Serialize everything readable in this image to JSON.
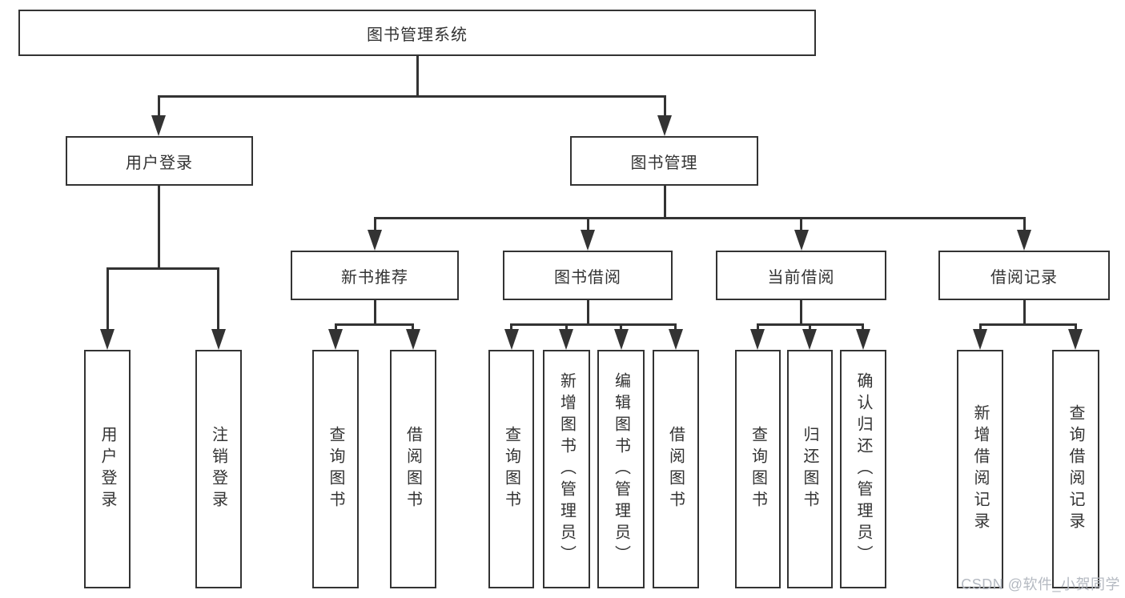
{
  "tree": {
    "root": {
      "label": "图书管理系统"
    },
    "branches": [
      {
        "label": "用户登录",
        "children": [
          {
            "label": "用户登录"
          },
          {
            "label": "注销登录"
          }
        ]
      },
      {
        "label": "图书管理",
        "groups": [
          {
            "label": "新书推荐",
            "children": [
              {
                "label": "查询图书"
              },
              {
                "label": "借阅图书"
              }
            ]
          },
          {
            "label": "图书借阅",
            "children": [
              {
                "label": "查询图书"
              },
              {
                "label": "新增图书（管理员）"
              },
              {
                "label": "编辑图书（管理员）"
              },
              {
                "label": "借阅图书"
              }
            ]
          },
          {
            "label": "当前借阅",
            "children": [
              {
                "label": "查询图书"
              },
              {
                "label": "归还图书"
              },
              {
                "label": "确认归还（管理员）"
              }
            ]
          },
          {
            "label": "借阅记录",
            "children": [
              {
                "label": "新增借阅记录"
              },
              {
                "label": "查询借阅记录"
              }
            ]
          }
        ]
      }
    ]
  },
  "watermark": "CSDN @软件_小贺同学",
  "colors": {
    "line": "#333333",
    "text": "#333333",
    "box_background": "#ffffff",
    "watermark": "#b4b9c1",
    "background": "#ffffff"
  }
}
